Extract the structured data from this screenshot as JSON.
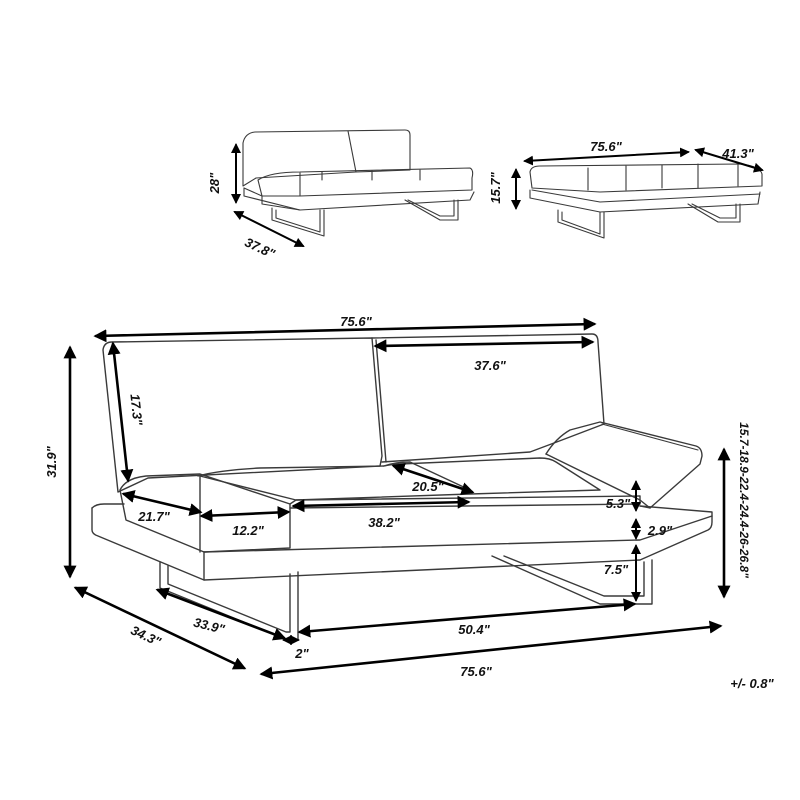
{
  "diagram": {
    "tolerance": "+/- 0.8\"",
    "small_side_view": {
      "height": "28\"",
      "depth": "37.8\""
    },
    "small_bed_view": {
      "length": "75.6\"",
      "depth": "41.3\"",
      "height": "15.7\""
    },
    "main_view": {
      "top_width": "75.6\"",
      "back_section_width": "37.6\"",
      "back_height": "17.3\"",
      "total_height": "31.9\"",
      "armrest_height_range": "15.7-18.9-22.4-24.4-26-26.8\"",
      "seat_depth_inner": "20.5\"",
      "cushion_thickness": "5.3\"",
      "frame_thickness": "2.9\"",
      "leg_height": "7.5\"",
      "end_cushion_depth": "21.7\"",
      "end_cushion_width": "12.2\"",
      "seat_width": "38.2\"",
      "leg_depth": "33.9\"",
      "leg_span": "50.4\"",
      "leg_width": "2\"",
      "total_depth": "34.3\"",
      "bottom_width": "75.6\""
    }
  }
}
